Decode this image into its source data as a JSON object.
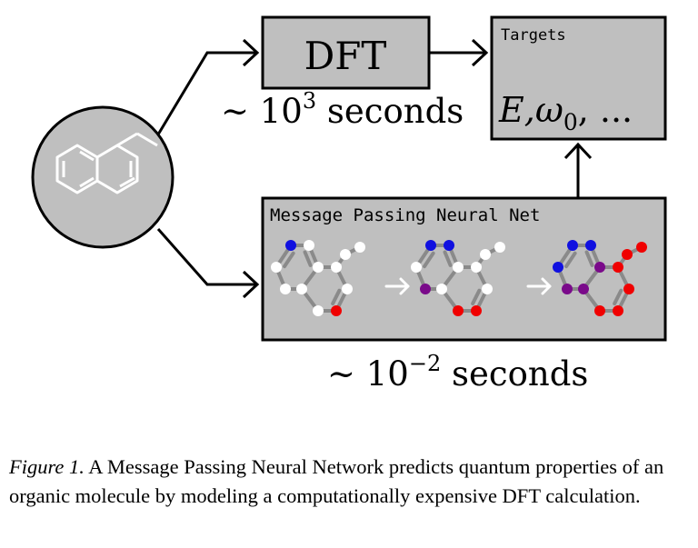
{
  "dft_box": {
    "label": "DFT"
  },
  "dft_time": {
    "prefix": "~ 10",
    "exp": "3",
    "suffix": " seconds"
  },
  "targets_box": {
    "title": "Targets",
    "content": "E,ω",
    "subscript": "0",
    "trailing": ", ..."
  },
  "mpnn_box": {
    "title": "Message Passing Neural Net"
  },
  "mpnn_time": {
    "prefix": "~ 10",
    "exp": "−2",
    "suffix": " seconds"
  },
  "caption": {
    "label": "Figure 1.",
    "text": " A Message Passing Neural Network predicts quantum properties of an organic molecule by modeling a computationally expensive DFT calculation."
  },
  "colors": {
    "box_fill": "#bfbfbf",
    "circle_fill": "#bfbfbf",
    "bond": "#8a8a8a",
    "node_white": "#ffffff",
    "node_blue": "#1010e0",
    "node_red": "#f00000",
    "node_purple": "#7a0a8a"
  },
  "molecule_states": [
    {
      "colors": [
        "white",
        "blue",
        "white",
        "white",
        "white",
        "white",
        "white",
        "white",
        "red",
        "white",
        "white",
        "white"
      ]
    },
    {
      "colors": [
        "white",
        "blue",
        "blue",
        "white",
        "white",
        "purple",
        "white",
        "white",
        "red",
        "red",
        "white",
        "white"
      ]
    },
    {
      "colors": [
        "blue",
        "blue",
        "blue",
        "purple",
        "purple",
        "purple",
        "red",
        "red",
        "red",
        "red",
        "red",
        "red"
      ]
    }
  ]
}
